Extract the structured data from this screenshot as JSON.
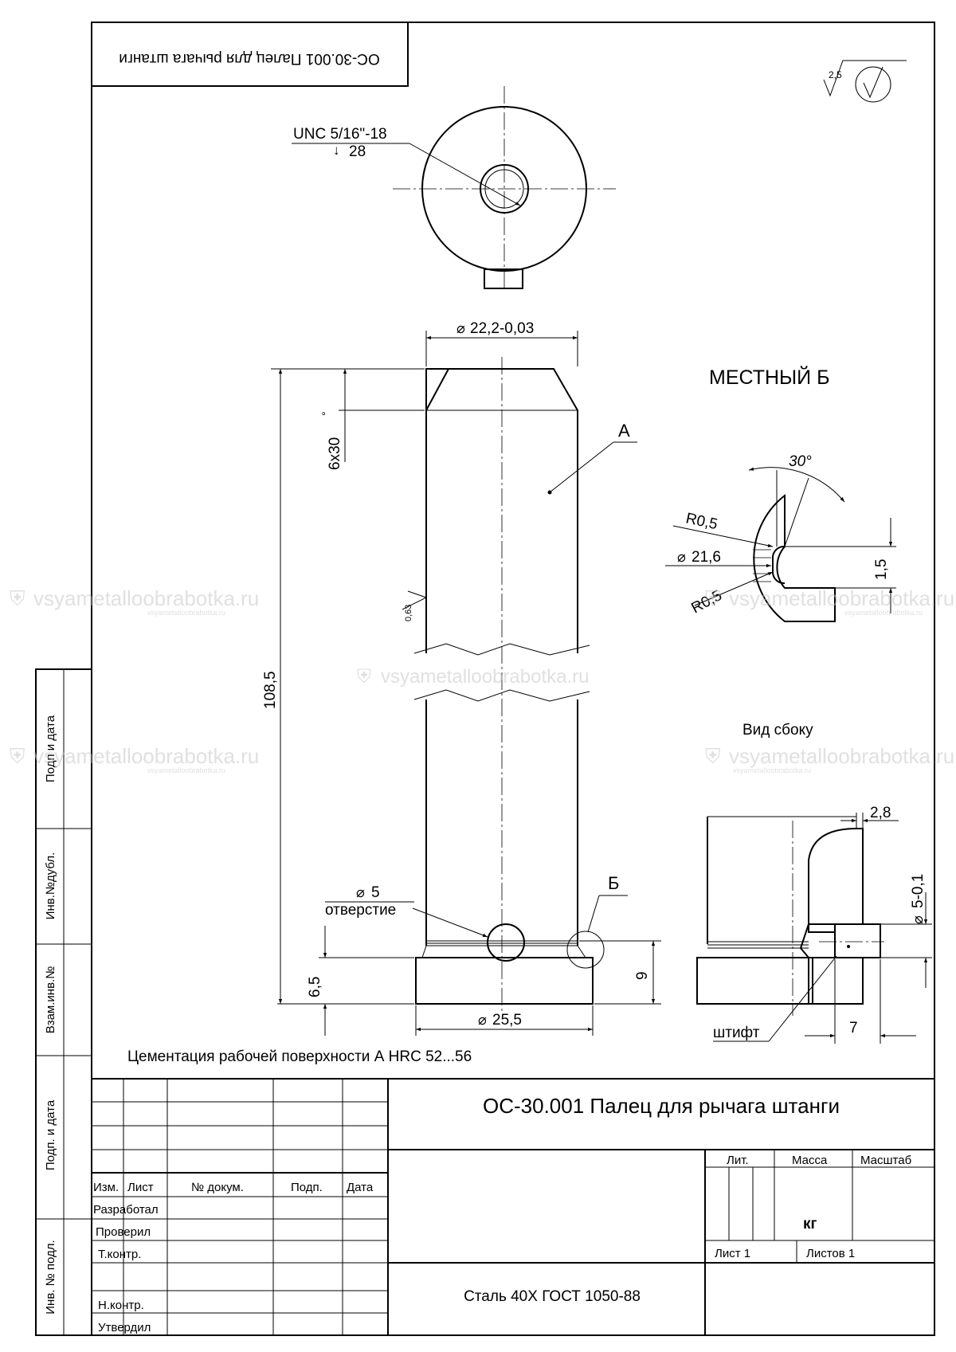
{
  "stamp": {
    "title_upside_down": "ОС-30.001 Палец для рычага штанги",
    "roughness_general": "2,5"
  },
  "top_view": {
    "thread_label": "UNC 5/16\"-18",
    "thread_depth": "28"
  },
  "main_view": {
    "dia_top": "22,2-0,03",
    "chamfer": "6x30",
    "length": "108,5",
    "roughness_local": "0,63",
    "surface_label": "А",
    "hole_dia": "5",
    "hole_label": "отверстие",
    "detail_label": "Б",
    "height_65": "6,5",
    "height_9": "9",
    "dia_bottom": "25,5"
  },
  "detail_view": {
    "title": "МЕСТНЫЙ Б",
    "angle": "30°",
    "radius_top": "R0,5",
    "radius_bottom": "R0,5",
    "dia_groove": "21,6",
    "depth": "1,5"
  },
  "side_view": {
    "title": "Вид сбоку",
    "dim_28": "2,8",
    "dia_pin": "5-0,1",
    "pin_label": "штифт",
    "dim_7": "7"
  },
  "note": "Цементация рабочей поверхности А HRC  52...56",
  "watermarks": {
    "main": "vsyametalloobrabotka.ru",
    "small": "vsyametalloobrabotka.ru"
  },
  "left_strip": [
    "Подп и дата",
    "Инв.№дубл.",
    "Взам.инв.№",
    "Подп. и дата",
    "Инв. № подл."
  ],
  "title_block": {
    "title": "ОС-30.001 Палец для рычага штанги",
    "col_headers": [
      "Изм.",
      "Лист",
      "№ докум.",
      "Подп.",
      "Дата"
    ],
    "roles": [
      "Разработал",
      "Проверил",
      "Т.контр.",
      "Н.контр.",
      "Утвердил"
    ],
    "lit": "Лит.",
    "mass": "Масса",
    "scale": "Масштаб",
    "mass_unit": "кг",
    "sheet": "Лист 1",
    "sheets": "Листов 1",
    "material": "Сталь 40Х ГОСТ 1050-88"
  }
}
